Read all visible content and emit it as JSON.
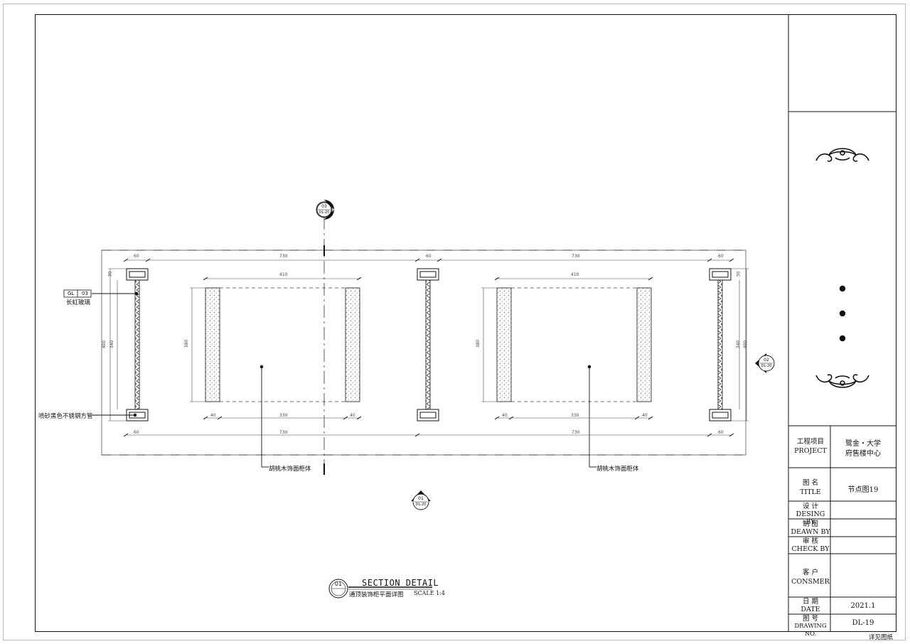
{
  "callouts": {
    "glass_tag_left": "GL",
    "glass_tag_right": "03",
    "glass_label": "长虹玻璃",
    "steel_label": "喷砂黑色不锈钢方管",
    "wood_label_left": "胡桃木饰面柜体",
    "wood_label_right": "胡桃木饰面柜体"
  },
  "section_markers": {
    "top_num": "03",
    "top_ref": "DL-20",
    "right_num": "02",
    "right_ref": "DL-20",
    "bottom_num": "01",
    "bottom_ref": "DL-20"
  },
  "dimensions": {
    "top_post": "60",
    "top_span": "730",
    "cabinet_width": "410",
    "cabinet_height": "380",
    "cabinet_side": "40",
    "cabinet_inner": "330",
    "side_height": "400",
    "side_inner": "340",
    "post_depth": "30"
  },
  "caption": {
    "number": "01",
    "title": "SECTION DETAIL",
    "subtitle": "通顶装饰柜平面详图",
    "scale": "SCALE 1:4"
  },
  "title_block": {
    "project_label_cn": "工程项目",
    "project_label_en": "PROJECT",
    "project_value_line1": "鹭金・大学",
    "project_value_line2": "府售楼中心",
    "title_label_cn": "图 名",
    "title_label_en": "TITLE",
    "title_value": "节点图19",
    "design_cn": "设 计",
    "design_en": "DESING BY",
    "drawn_cn": "制 图",
    "drawn_en": "DEAWN BY",
    "check_cn": "审 核",
    "check_en": "CHECK BY",
    "client_cn": "客 户",
    "client_en": "CONSMER",
    "date_cn": "日 期",
    "date_en": "DATE",
    "date_value": "2021.1",
    "drawing_no_cn": "图 号",
    "drawing_no_en": "DRAWING NO.",
    "drawing_no_value": "DL-19",
    "footer_note": "详见图纸"
  },
  "colors": {
    "line": "#111111",
    "dim": "#444444",
    "hatch": "#666666"
  }
}
